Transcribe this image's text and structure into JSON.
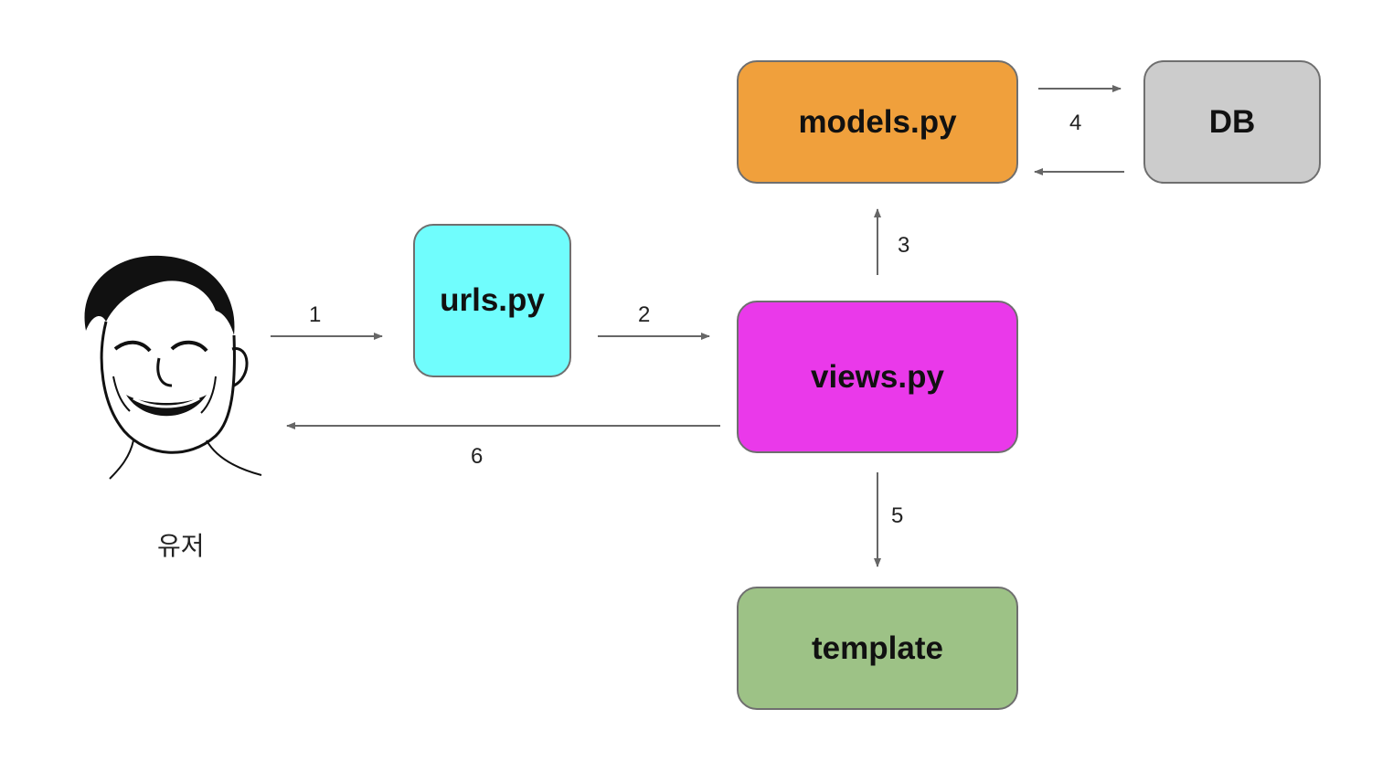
{
  "colors": {
    "models": "#f0a03c",
    "db": "#cccccc",
    "urls": "#70fdfd",
    "views": "#ea39ea",
    "template": "#9dc286",
    "arrow": "#666666"
  },
  "nodes": {
    "models": "models.py",
    "db": "DB",
    "urls": "urls.py",
    "views": "views.py",
    "template": "template"
  },
  "user": {
    "label": "유저",
    "icon": "laughing-face-icon"
  },
  "steps": {
    "s1": "1",
    "s2": "2",
    "s3": "3",
    "s4": "4",
    "s5": "5",
    "s6": "6"
  }
}
